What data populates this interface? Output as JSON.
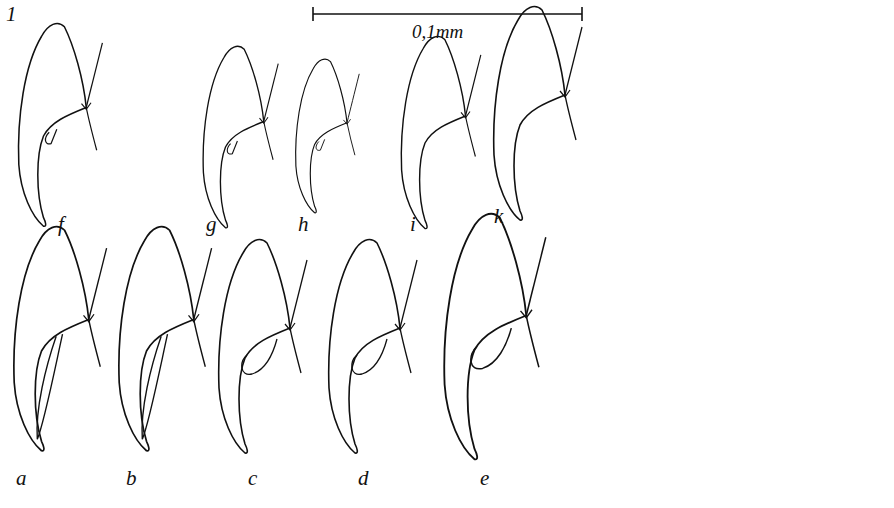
{
  "diagram": {
    "labels": [
      "1",
      "0,1mm",
      "f",
      "g",
      "h",
      "i",
      "k",
      "a",
      "b",
      "c",
      "d",
      "e"
    ]
  }
}
